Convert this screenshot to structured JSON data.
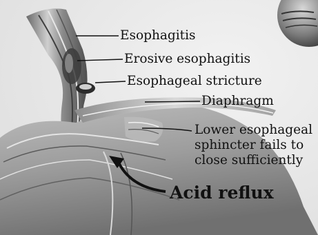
{
  "labels": {
    "esophagitis": "Esophagitis",
    "erosive": "Erosive esophagitis",
    "stricture": "Esophageal stricture",
    "diaphragm": "Diaphragm",
    "sphincter": "Lower esophageal\nsphincter fails to\nclose sufficiently",
    "reflux": "Acid reflux"
  },
  "colors": {
    "tissue_light": "#d6d6d6",
    "tissue_mid": "#9a9a9a",
    "tissue_dark": "#4a4a4a",
    "ink": "#111111"
  }
}
